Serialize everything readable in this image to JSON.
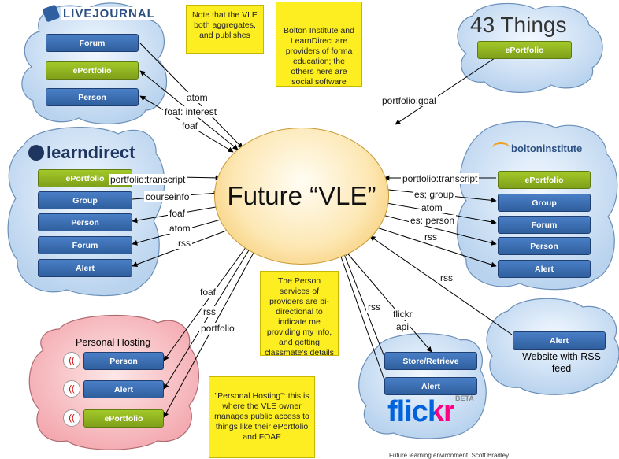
{
  "hub": {
    "title": "Future “VLE”"
  },
  "notes": {
    "aggregate": "Note that the VLE both aggregates, and publishes",
    "providers": "Bolton Institute and LearnDirect are providers of forma education; the others here are social software",
    "person": "The Person services of providers are bi-directional to indicate me providing my info, and getting classmate's details",
    "hosting": "\"Personal Hosting\": this is where the VLE owner manages public  access to things like their ePortfolio and FOAF"
  },
  "livejournal": {
    "logo": "LIVEJOURNAL",
    "items": [
      "Forum",
      "ePortfolio",
      "Person"
    ],
    "links": [
      "atom",
      "foaf: interest",
      "foaf"
    ]
  },
  "fortythree": {
    "logo": "43 Things",
    "items": [
      "ePortfolio"
    ],
    "links": [
      "portfolio:goal"
    ]
  },
  "learndirect": {
    "logo": "learndirect",
    "items": [
      "ePortfolio",
      "Group",
      "Person",
      "Forum",
      "Alert"
    ],
    "links": [
      "portfolio:transcript",
      "courseinfo",
      "foaf",
      "atom",
      "rss"
    ]
  },
  "bolton": {
    "logo": "boltoninstitute",
    "items": [
      "ePortfolio",
      "Group",
      "Forum",
      "Person",
      "Alert"
    ],
    "links": [
      "portfolio:transcript",
      "es; group",
      "atom",
      "es: person",
      "rss"
    ]
  },
  "rsssite": {
    "items": [
      "Alert"
    ],
    "caption": "Website with RSS feed",
    "links": [
      "rss"
    ]
  },
  "hosting": {
    "title": "Personal Hosting",
    "items": [
      "Person",
      "Alert",
      "ePortfolio"
    ],
    "links": [
      "foaf",
      "rss",
      "portfolio"
    ]
  },
  "flickr": {
    "logo": "flickr",
    "beta": "BETA",
    "items": [
      "Store/Retrieve",
      "Alert"
    ],
    "links": [
      "rss",
      "flickr",
      "api"
    ]
  },
  "credit": "Future learning environment, Scott Bradley",
  "colors": {
    "pill_blue": "#3a6db5",
    "pill_green": "#8fb320",
    "note": "#fcee21",
    "cloud": "#c9def2",
    "hosting_cloud": "#f4b3b8"
  }
}
